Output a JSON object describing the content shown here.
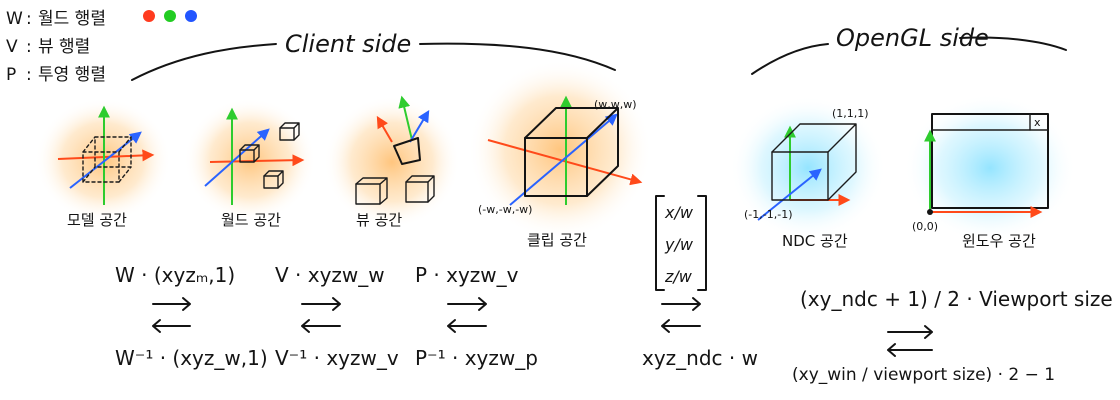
{
  "legend": [
    {
      "key": "W",
      "label": "월드 행렬"
    },
    {
      "key": "V",
      "label": "뷰 행렬"
    },
    {
      "key": "P",
      "label": "투영 행렬"
    }
  ],
  "legend_colors": [
    "#ff3b1f",
    "#22cc22",
    "#2255ff"
  ],
  "headings": {
    "client": "Client side",
    "opengl": "OpenGL side"
  },
  "spaces": {
    "model": "모델 공간",
    "world": "월드 공간",
    "view": "뷰 공간",
    "clip": "클립 공간",
    "ndc": "NDC 공간",
    "window": "윈도우 공간"
  },
  "clip_coords": {
    "top": "(w,w,w)",
    "bottom": "(-w,-w,-w)"
  },
  "ndc_coords": {
    "top": "(1,1,1)",
    "bottom": "(-1,-1,-1)"
  },
  "window_coords": {
    "origin": "(0,0)"
  },
  "window_close": "x",
  "perspective_divide": [
    "x/w",
    "y/w",
    "z/w"
  ],
  "forward_formulas": {
    "model_to_world": "W · (xyzₘ,1)",
    "world_to_view": "V · xyzw_w",
    "view_to_clip": "P · xyzw_v",
    "ndc_to_window": "(xy_ndc + 1) / 2 · Viewport size"
  },
  "inverse_formulas": {
    "world_to_model": "W⁻¹ · (xyz_w,1)",
    "view_to_world": "V⁻¹ · xyzw_v",
    "clip_to_view": "P⁻¹ · xyzw_p",
    "ndc_to_clip": "xyz_ndc · w",
    "window_to_ndc": "(xy_win / viewport size) · 2 − 1"
  },
  "glow_colors": {
    "client": "#ffc277",
    "opengl": "#8fe3ff"
  },
  "axis_colors": {
    "x": "#ff4a1a",
    "y": "#2ecc2e",
    "z": "#2a63ff"
  }
}
